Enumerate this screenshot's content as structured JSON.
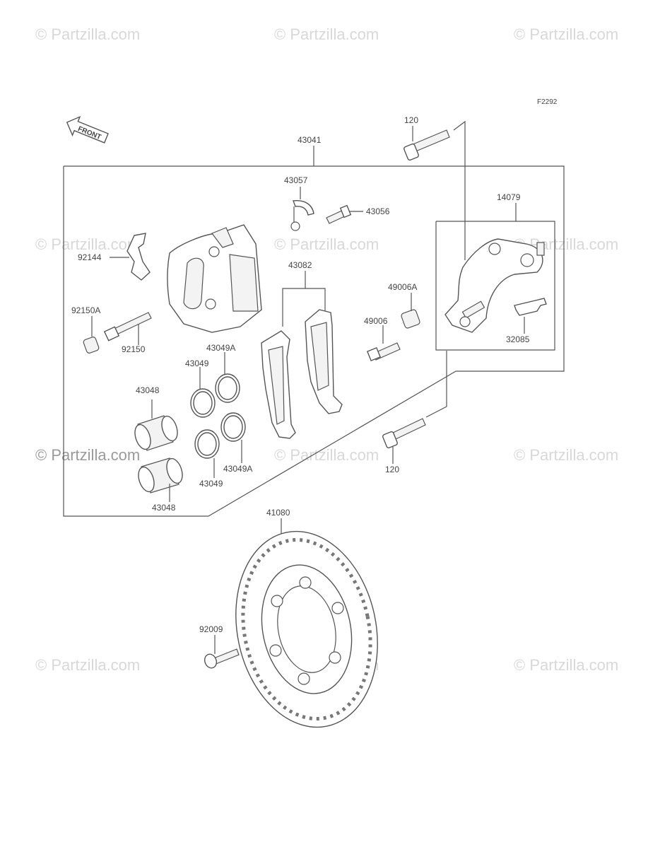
{
  "figure_code": "F2292",
  "front_label": "FRONT",
  "watermark": "© Partzilla.com",
  "callouts": {
    "p43041": "43041",
    "p120_top": "120",
    "p43057": "43057",
    "p43056": "43056",
    "p14079": "14079",
    "p92144": "92144",
    "p43082": "43082",
    "p49006A": "49006A",
    "p92150A": "92150A",
    "p49006": "49006",
    "p32085": "32085",
    "p92150": "92150",
    "p43049A_top": "43049A",
    "p43049_top": "43049",
    "p43048_top": "43048",
    "p43049A_bot": "43049A",
    "p43049_bot": "43049",
    "p120_bot": "120",
    "p43048_bot": "43048",
    "p41080": "41080",
    "p92009": "92009"
  },
  "colors": {
    "line": "#555555",
    "watermark": "#d8d8d8"
  }
}
